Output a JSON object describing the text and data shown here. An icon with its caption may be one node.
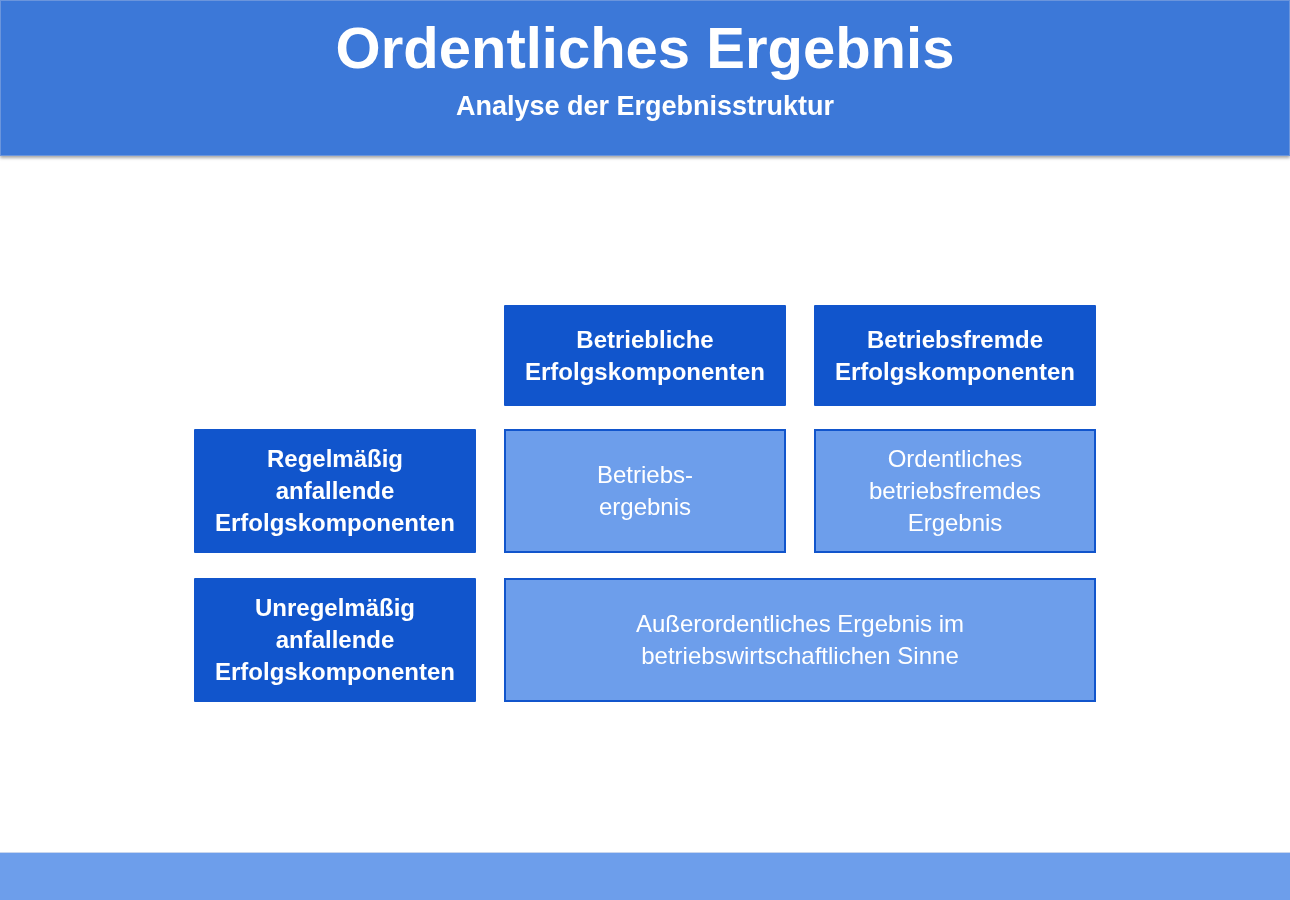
{
  "diagram": {
    "title": "Ordentliches Ergebnis",
    "nodes": [
      {
        "text": [
          "Betriebliche Erfolgskomponenten"
        ]
      },
      {
        "text": [
          "Betriebsfremde Erfolgskomponenten"
        ]
      },
      {
        "text": [
          "Regelmäßig anfallende Erfolgskomponenten"
        ]
      },
      {
        "text": [
          "Betriebs- ergebnis"
        ]
      },
      {
        "text": [
          "Ordentliches betriebsfremdes Ergebnis"
        ]
      },
      {
        "text": [
          "Unregelmäßig anfallende Erfolgskomponenten"
        ]
      },
      {
        "text": [
          "Außerordentliches Ergebnis im betriebswirtschaftlichen Sinne"
        ]
      }
    ],
    "edges": [],
    "labels": [
      "Analyse der Ergebnisstruktur"
    ]
  }
}
